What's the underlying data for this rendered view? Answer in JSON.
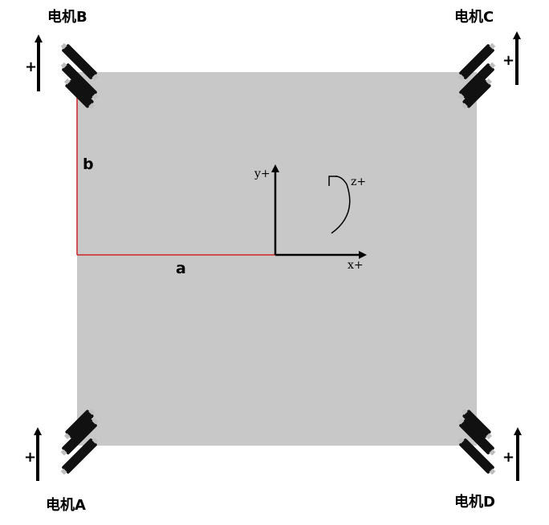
{
  "motors": [
    {
      "id": "A",
      "label": "电机A",
      "direction_label": "+"
    },
    {
      "id": "B",
      "label": "电机B",
      "direction_label": "+"
    },
    {
      "id": "C",
      "label": "电机C",
      "direction_label": "+"
    },
    {
      "id": "D",
      "label": "电机D",
      "direction_label": "+"
    }
  ],
  "dimensions": {
    "a": "a",
    "b": "b"
  },
  "axes": {
    "x": "x+",
    "y": "y+",
    "z": "z+"
  },
  "colors": {
    "chassis": "#c8c8c8",
    "dimension_line": "#cc2222",
    "wheel": "#111111",
    "ink": "#000000"
  }
}
